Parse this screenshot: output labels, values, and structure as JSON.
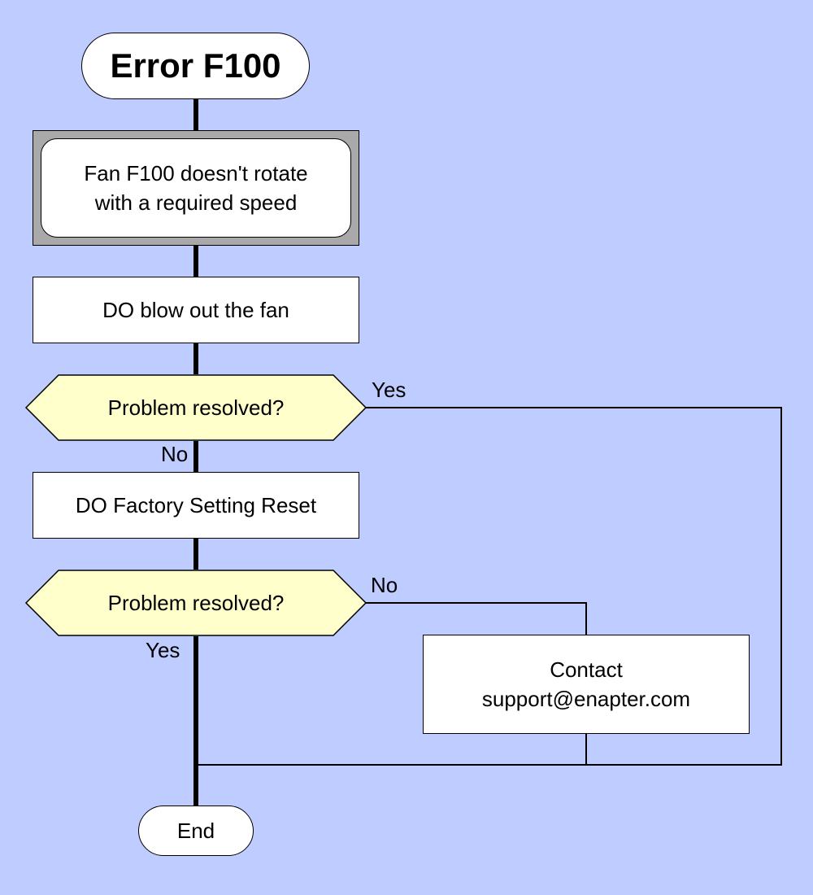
{
  "diagram": {
    "title": "Error F100",
    "symptom": [
      "Fan F100 doesn't rotate",
      "with a required speed"
    ],
    "step_1": "DO blow out the fan",
    "decision_1": "Problem resolved?",
    "decision_1_yes": "Yes",
    "decision_1_no": "No",
    "step_2": "DO Factory Setting Reset",
    "decision_2": "Problem resolved?",
    "decision_2_no": "No",
    "decision_2_yes": "Yes",
    "contact": [
      "Contact",
      "support@enapter.com"
    ],
    "end": "End"
  },
  "colors": {
    "background": "#bfccff",
    "decision_fill": "#ffffcc",
    "symptom_frame": "#a9a9a9",
    "node_fill": "#ffffff",
    "line": "#000000"
  }
}
